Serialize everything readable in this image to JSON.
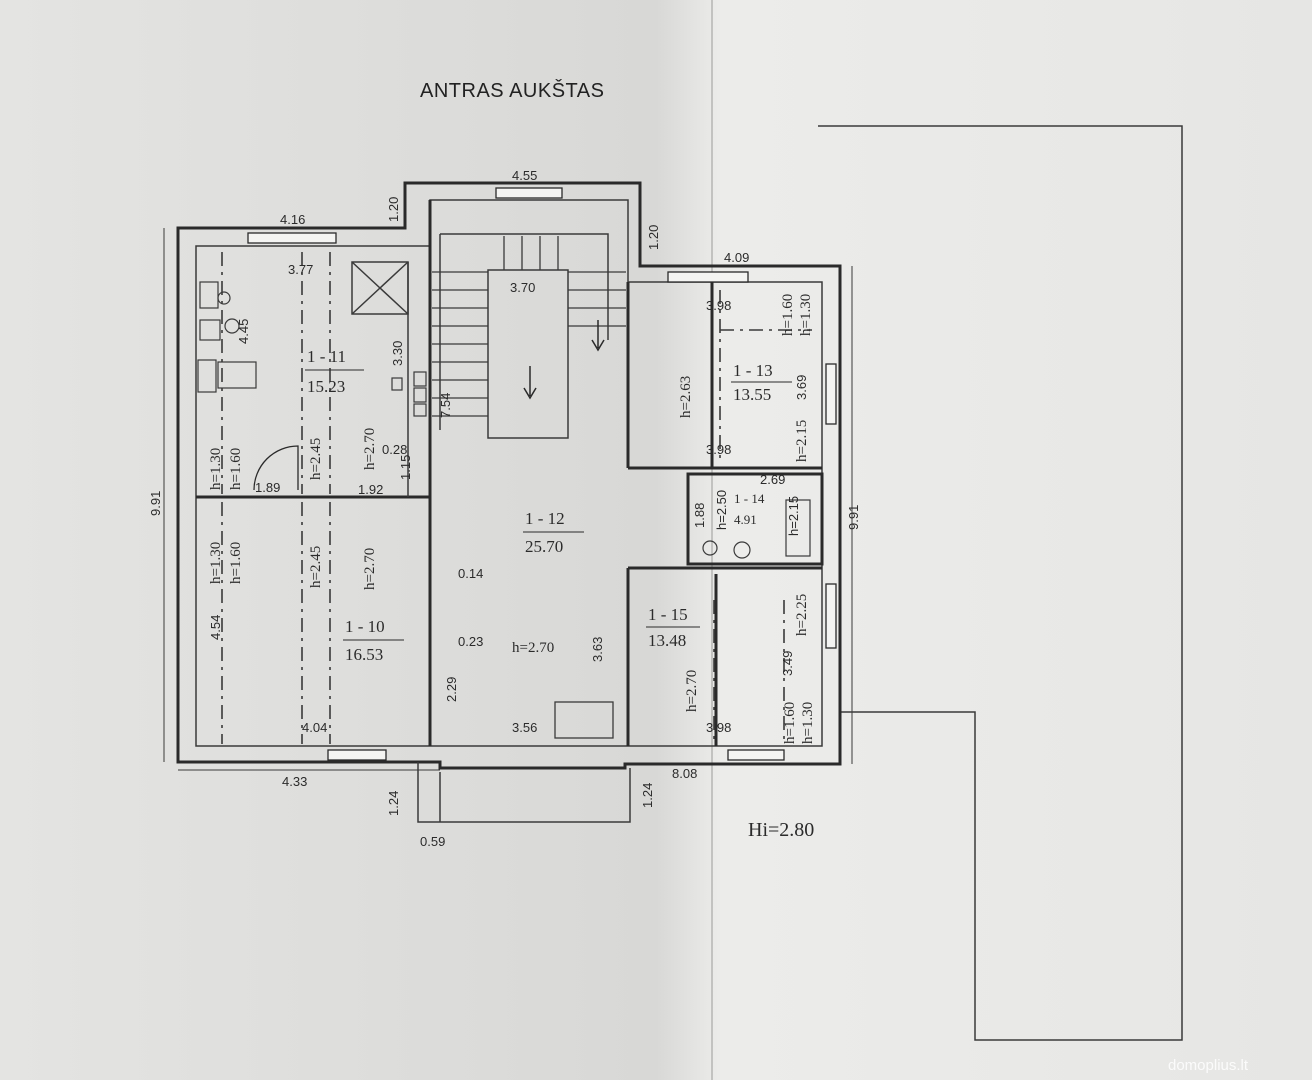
{
  "title": "ANTRAS AUKŠTAS",
  "hi": "Hi=2.80",
  "watermark": "domoplius.lt",
  "rooms": {
    "r10": {
      "id": "1 - 10",
      "area": "16.53"
    },
    "r11": {
      "id": "1 - 11",
      "area": "15.23"
    },
    "r12": {
      "id": "1 - 12",
      "area": "25.70"
    },
    "r13": {
      "id": "1 - 13",
      "area": "13.55"
    },
    "r14": {
      "id": "1 - 14",
      "area": "4.91"
    },
    "r15": {
      "id": "1 - 15",
      "area": "13.48"
    }
  },
  "dims": {
    "d455": "4.55",
    "d120a": "1.20",
    "d120b": "1.20",
    "d416": "4.16",
    "d409": "4.09",
    "d377": "3.77",
    "d370": "3.70",
    "d398a": "3.98",
    "d398b": "3.98",
    "d398c": "3.98",
    "d445": "4.45",
    "d330": "3.30",
    "d754": "7.54",
    "d991l": "9.91",
    "d991r": "9.91",
    "d189": "1.89",
    "d192": "1.92",
    "d028": "0.28",
    "d115": "1.15",
    "d269": "2.69",
    "d188": "1.88",
    "d014": "0.14",
    "d023": "0.23",
    "d229": "2.29",
    "d363": "3.63",
    "d356": "3.56",
    "d454": "4.54",
    "d404": "4.04",
    "d433": "4.33",
    "d124a": "1.24",
    "d124b": "1.24",
    "d059": "0.59",
    "d808": "8.08",
    "d369": "3.69",
    "d249": "3.49"
  },
  "heights": {
    "h130a": "h=1.30",
    "h160a": "h=1.60",
    "h245a": "h=2.45",
    "h270a": "h=2.70",
    "h130b": "h=1.30",
    "h160b": "h=1.60",
    "h245b": "h=2.45",
    "h270b": "h=2.70",
    "h270c": "h=2.70",
    "h263": "h=2.63",
    "h160c": "h=1.60",
    "h130c": "h=1.30",
    "h215": "h=2.15",
    "h250": "h=2.50",
    "h215b": "h=2.15",
    "h225": "h=2.25",
    "h270d": "h=2.70",
    "h160d": "h=1.60",
    "h130d": "h=1.30"
  }
}
